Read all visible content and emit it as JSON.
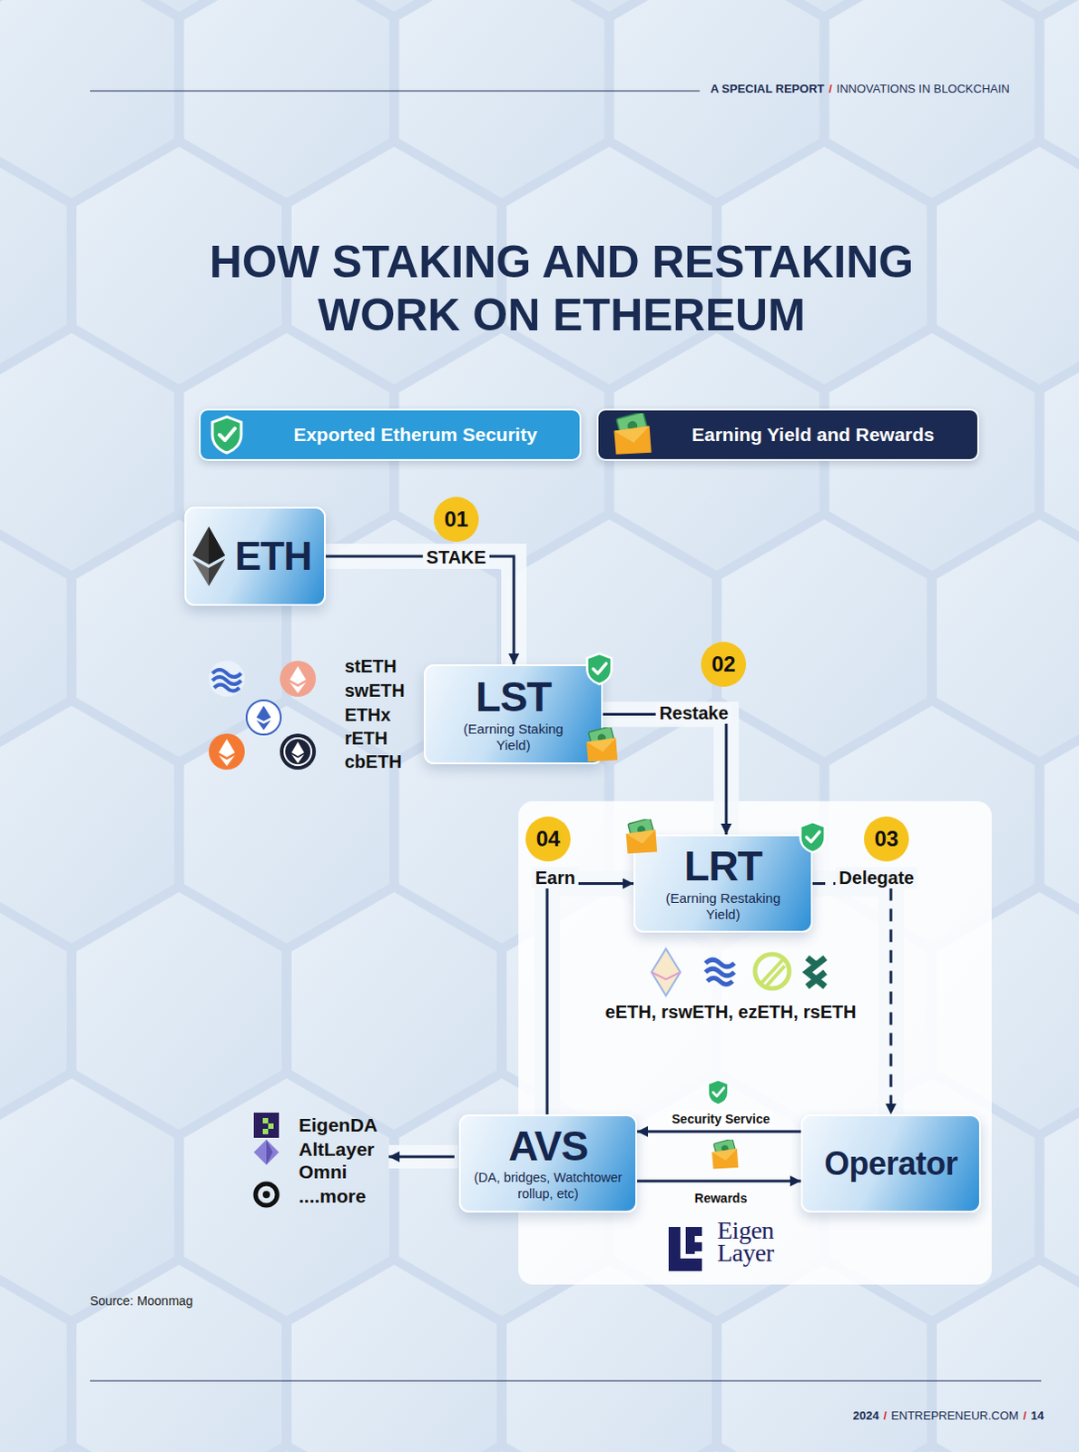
{
  "diagram": {
    "title": "HOW STAKING AND RESTAKING WORK ON ETHEREUM",
    "nodes": [
      {
        "text": [
          "ETH"
        ]
      },
      {
        "text": [
          "LST",
          "(Earning Staking Yield)"
        ]
      },
      {
        "text": [
          "Eigen Layer"
        ]
      },
      {
        "text": [
          "LRT",
          "(Earning Restaking Yield)"
        ],
        "in": 2
      },
      {
        "text": [
          "AVS",
          "(DA, bridges, Watchtower rollup, etc)"
        ],
        "in": 2
      },
      {
        "text": [
          "Operator"
        ],
        "in": 2
      }
    ],
    "edges": [
      {
        "from": 0,
        "to": 1,
        "label": "STAKE",
        "arrow": "to"
      },
      {
        "from": 1,
        "to": 3,
        "label": "Restake",
        "arrow": "to"
      },
      {
        "from": 3,
        "to": 5,
        "label": "Delegate",
        "arrow": "to"
      },
      {
        "from": 5,
        "to": 4,
        "label": "Security Service",
        "arrow": "to"
      },
      {
        "from": 4,
        "to": 5,
        "label": "Rewards",
        "arrow": "to"
      },
      {
        "from": 4,
        "to": 3,
        "label": "Earn",
        "arrow": "to"
      }
    ],
    "labels": [
      "A SPECIAL REPORT",
      "/",
      "INNOVATIONS IN BLOCKCHAIN",
      "01",
      "02",
      "03",
      "04",
      "stETH",
      "swETH",
      "ETHx",
      "rETH",
      "cbETH",
      "eETH, rswETH, ezETH, rsETH",
      "EigenDA",
      "AltLayer",
      "Omni",
      "....more",
      "Source: Moonmag",
      "2024",
      "/",
      "ENTREPRENEUR.COM",
      "/",
      "14"
    ],
    "legend": [
      {
        "text": "Exported Etherum Security",
        "color": "#2b9bd9"
      },
      {
        "text": "Earning Yield and Rewards",
        "color": "#1b2a52"
      }
    ]
  }
}
